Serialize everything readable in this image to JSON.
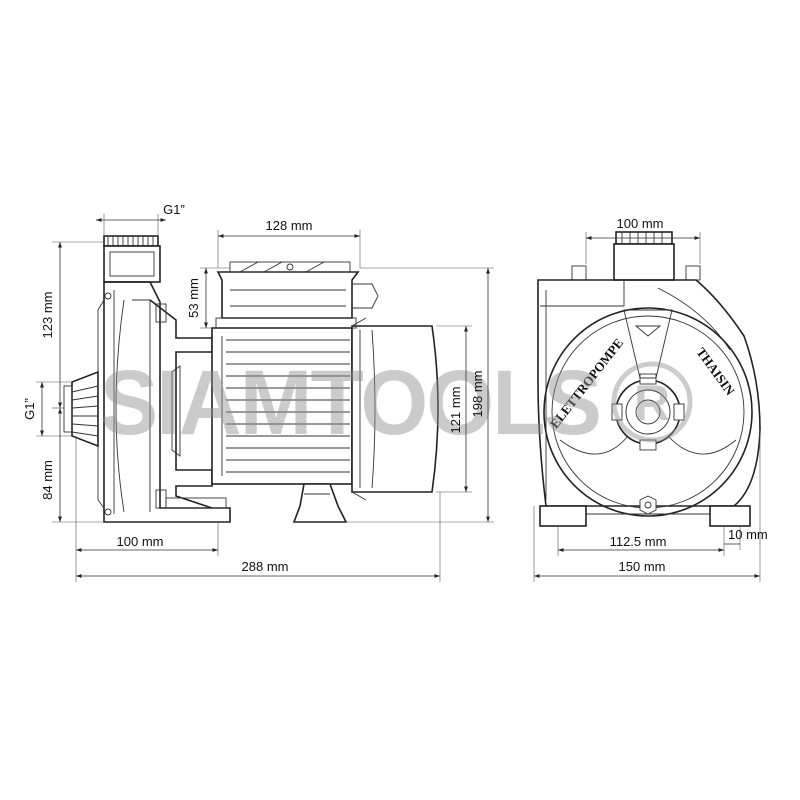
{
  "dimensions": {
    "outlet_thread": "G1”",
    "motor_length": "128 mm",
    "terminal_height": "53 mm",
    "upper_height": "123 mm",
    "inlet_thread": "G1”",
    "lower_height": "84 mm",
    "base_offset": "100 mm",
    "total_length": "288 mm",
    "motor_diameter": "121 mm",
    "total_height": "198 mm",
    "outlet_width": "100 mm",
    "foot_span": "112.5 mm",
    "foot_height": "10 mm",
    "total_width": "150 mm"
  },
  "nameplate": {
    "left": "ELETTROPOMPE",
    "right": "THAISIN"
  },
  "watermark": {
    "text": "SIAMTOOLS",
    "mark": "R"
  }
}
